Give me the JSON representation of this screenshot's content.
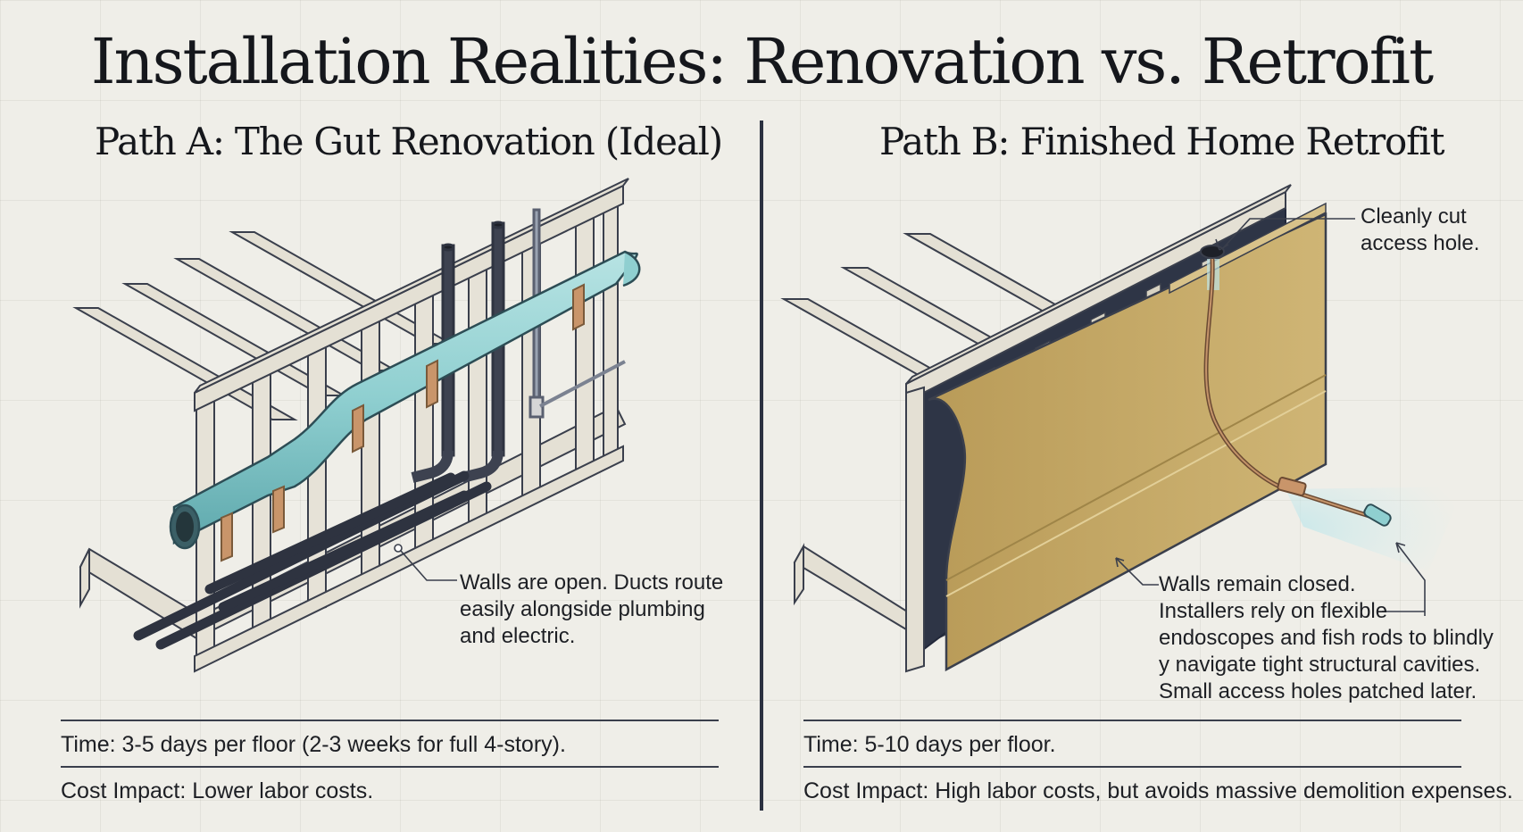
{
  "title": "Installation Realities: Renovation vs. Retrofit",
  "panels": [
    {
      "title": "Path A: The Gut Renovation (Ideal)",
      "callout": [
        "Walls are open. Ducts route",
        "easily alongside plumbing",
        "and electric."
      ],
      "time": "Time: 3-5 days per floor (2-3 weeks for full 4-story).",
      "cost": "Cost Impact: Lower labor costs."
    },
    {
      "title": "Path B: Finished Home Retrofit",
      "hole_callout": [
        "Cleanly cut",
        "access hole."
      ],
      "callout": [
        "Walls remain closed.",
        "Installers rely on flexible",
        "endoscopes and fish rods to blindly",
        "y navigate tight structural cavities.",
        "Small access holes patched later."
      ],
      "time": "Time: 5-10 days per floor.",
      "cost": "Cost Impact: High labor costs, but avoids massive demolition expenses."
    }
  ],
  "colors": {
    "duct": "#8fcfd0",
    "duct_band": "#c9956a",
    "lumber": "#e3dfd3",
    "lumber_edge": "#3a3f4c",
    "drywall": "#c8ac6a",
    "cavity": "#2e3546",
    "pipe": "#3d4250",
    "light": "#bde3e6"
  }
}
